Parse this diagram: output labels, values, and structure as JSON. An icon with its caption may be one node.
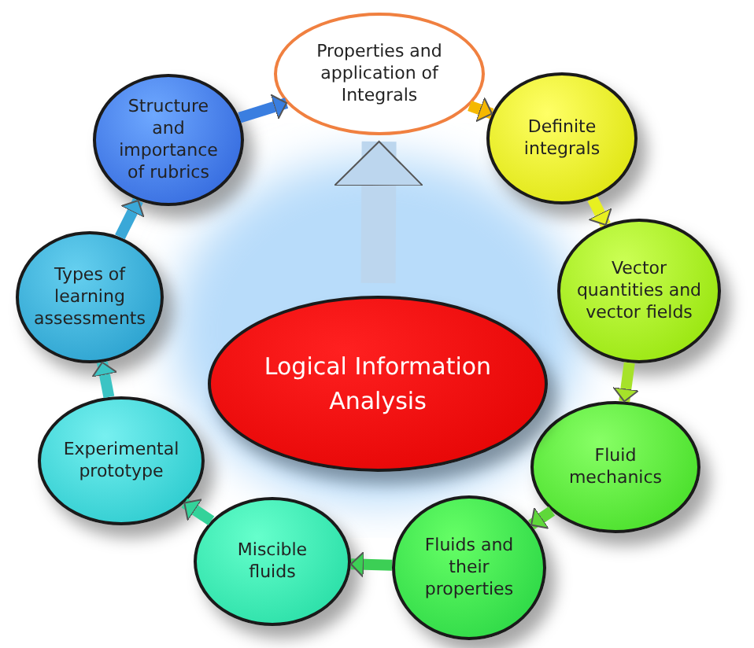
{
  "diagram": {
    "nodes": [
      {
        "text": [
          "Properties and application of Integrals"
        ]
      },
      {
        "text": [
          "Definite integrals"
        ]
      },
      {
        "text": [
          "Vector quantities and vector fields"
        ]
      },
      {
        "text": [
          "Fluid mechanics"
        ]
      },
      {
        "text": [
          "Fluids and their properties"
        ]
      },
      {
        "text": [
          "Miscible fluids"
        ]
      },
      {
        "text": [
          "Experimental prototype"
        ]
      },
      {
        "text": [
          "Types of learning assessments"
        ]
      },
      {
        "text": [
          "Structure and importance of rubrics"
        ]
      },
      {
        "text": [
          "Logical Information Analysis"
        ]
      }
    ],
    "edges": [
      {
        "from": 0,
        "to": 1,
        "arrow": "to",
        "color": "#f5b800"
      },
      {
        "from": 1,
        "to": 2,
        "arrow": "to",
        "color": "#e8f020"
      },
      {
        "from": 2,
        "to": 3,
        "arrow": "to",
        "color": "#a6e22a"
      },
      {
        "from": 3,
        "to": 4,
        "arrow": "to",
        "color": "#5fd83a"
      },
      {
        "from": 4,
        "to": 5,
        "arrow": "to",
        "color": "#3ccf55"
      },
      {
        "from": 5,
        "to": 6,
        "arrow": "to",
        "color": "#34d29a"
      },
      {
        "from": 6,
        "to": 7,
        "arrow": "to",
        "color": "#3cc4c4"
      },
      {
        "from": 7,
        "to": 8,
        "arrow": "to",
        "color": "#3aa8d8"
      },
      {
        "from": 8,
        "to": 0,
        "arrow": "to",
        "color": "#3a7ee0"
      },
      {
        "from": 9,
        "to": 0,
        "arrow": "to",
        "style": "thick",
        "color": "#bcd6ee"
      }
    ]
  }
}
